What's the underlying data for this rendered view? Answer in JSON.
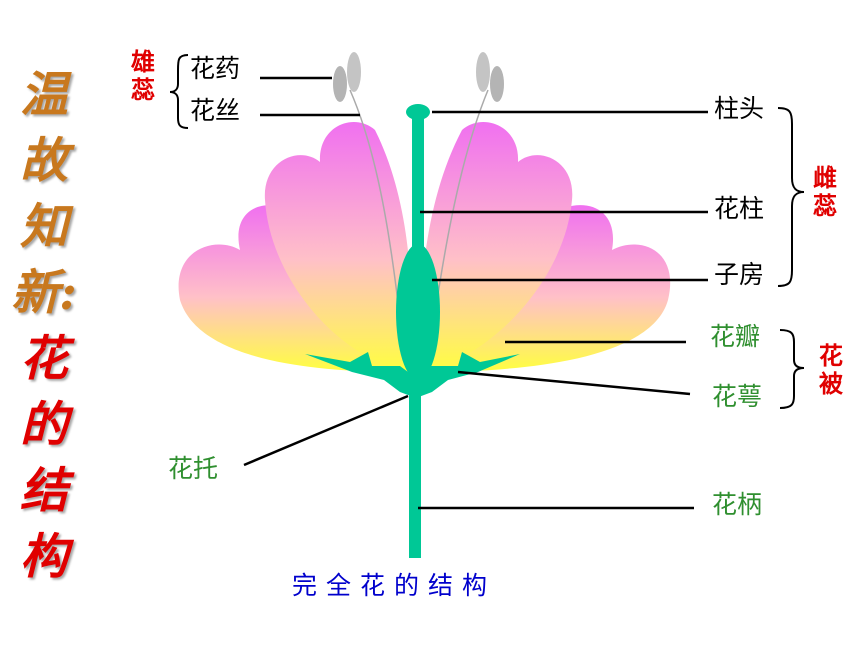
{
  "title_chars": [
    "温",
    "故",
    "知",
    "新:",
    "花",
    "的",
    "结",
    "构"
  ],
  "caption": "完全花的结构",
  "labels": {
    "anther": "花药",
    "filament": "花丝",
    "stamen": [
      "雄",
      "蕊"
    ],
    "stigma": "柱头",
    "style": "花柱",
    "ovary": "子房",
    "pistil": [
      "雌",
      "蕊"
    ],
    "petal": "花瓣",
    "sepal": "花萼",
    "perianth": [
      "花",
      "被"
    ],
    "receptacle": "花托",
    "pedicel": "花柄"
  },
  "colors": {
    "title_top": "#c8781e",
    "title_bottom": "#e00000",
    "stem": "#00c896",
    "petal_top": "#f070f0",
    "petal_bottom": "#ffff40",
    "anther": "#b4b4b4",
    "label_green": "#2f8f2f",
    "label_red": "#e00000",
    "caption": "#0000cc"
  }
}
